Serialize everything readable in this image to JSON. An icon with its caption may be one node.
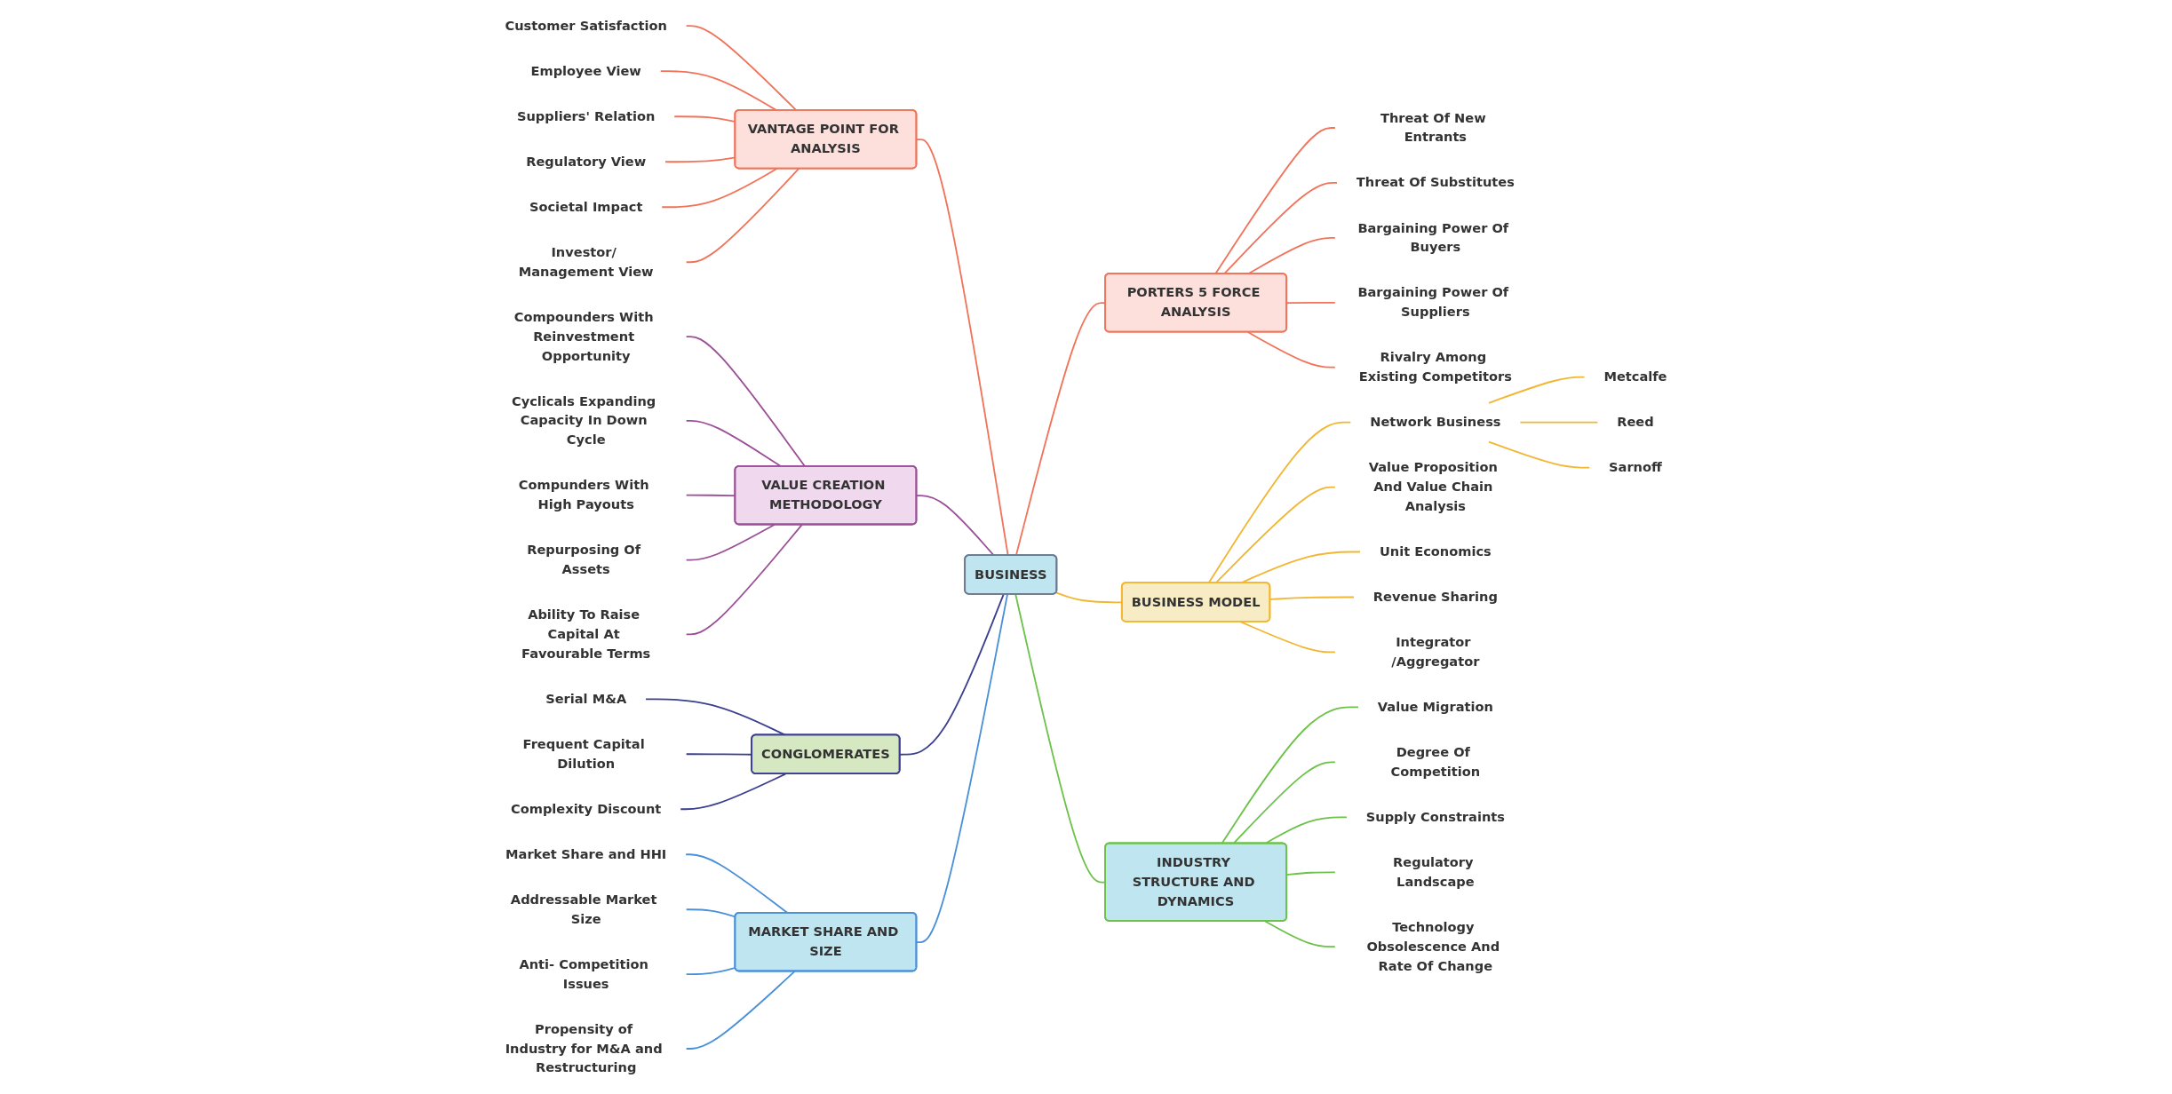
{
  "diagram": {
    "nodes": [
      {
        "text": [
          "BUSINESS"
        ]
      },
      {
        "text": [
          "VANTAGE POINT FOR ANALYSIS"
        ]
      },
      {
        "text": [
          "Customer Satisfaction"
        ]
      },
      {
        "text": [
          "Employee View"
        ]
      },
      {
        "text": [
          "Suppliers' Relation"
        ]
      },
      {
        "text": [
          "Regulatory View"
        ]
      },
      {
        "text": [
          "Societal Impact"
        ]
      },
      {
        "text": [
          "Investor/ Management View"
        ]
      },
      {
        "text": [
          "VALUE CREATION METHODOLOGY"
        ]
      },
      {
        "text": [
          "Compounders With Reinvestment Opportunity"
        ]
      },
      {
        "text": [
          "Cyclicals Expanding Capacity In Down Cycle"
        ]
      },
      {
        "text": [
          "Compunders With High Payouts"
        ]
      },
      {
        "text": [
          "Repurposing Of Assets"
        ]
      },
      {
        "text": [
          "Ability To Raise Capital At Favourable Terms"
        ]
      },
      {
        "text": [
          "CONGLOMERATES"
        ]
      },
      {
        "text": [
          "Serial M&A"
        ]
      },
      {
        "text": [
          "Frequent Capital Dilution"
        ]
      },
      {
        "text": [
          "Complexity Discount"
        ]
      },
      {
        "text": [
          "MARKET SHARE AND SIZE"
        ]
      },
      {
        "text": [
          "Market Share and HHI"
        ]
      },
      {
        "text": [
          "Addressable Market Size"
        ]
      },
      {
        "text": [
          "Anti- Competition Issues"
        ]
      },
      {
        "text": [
          "Propensity of Industry for M&A and Restructuring"
        ]
      },
      {
        "text": [
          "PORTERS 5 FORCE ANALYSIS"
        ]
      },
      {
        "text": [
          "Threat Of New Entrants"
        ]
      },
      {
        "text": [
          "Threat Of Substitutes"
        ]
      },
      {
        "text": [
          "Bargaining Power Of Buyers"
        ]
      },
      {
        "text": [
          "Bargaining Power Of Suppliers"
        ]
      },
      {
        "text": [
          "Rivalry Among Existing Competitors"
        ]
      },
      {
        "text": [
          "BUSINESS MODEL"
        ]
      },
      {
        "text": [
          "Network Business"
        ]
      },
      {
        "text": [
          "Metcalfe"
        ]
      },
      {
        "text": [
          "Reed"
        ]
      },
      {
        "text": [
          "Sarnoff"
        ]
      },
      {
        "text": [
          "Value Proposition And Value Chain Analysis"
        ]
      },
      {
        "text": [
          "Unit Economics"
        ]
      },
      {
        "text": [
          "Revenue Sharing"
        ]
      },
      {
        "text": [
          "Integrator /Aggregator"
        ]
      },
      {
        "text": [
          "INDUSTRY STRUCTURE AND DYNAMICS"
        ]
      },
      {
        "text": [
          "Value Migration"
        ]
      },
      {
        "text": [
          "Degree Of Competition"
        ]
      },
      {
        "text": [
          "Supply Constraints"
        ]
      },
      {
        "text": [
          "Regulatory Landscape"
        ]
      },
      {
        "text": [
          "Technology Obsolescence And Rate Of Change"
        ]
      }
    ],
    "edges": [
      {
        "from": 1,
        "to": 0,
        "arrow": "none",
        "color": "#f0735a"
      },
      {
        "from": 2,
        "to": 1,
        "arrow": "none",
        "color": "#f0735a"
      },
      {
        "from": 3,
        "to": 1,
        "arrow": "none",
        "color": "#f0735a"
      },
      {
        "from": 4,
        "to": 1,
        "arrow": "none",
        "color": "#f0735a"
      },
      {
        "from": 5,
        "to": 1,
        "arrow": "none",
        "color": "#f0735a"
      },
      {
        "from": 6,
        "to": 1,
        "arrow": "none",
        "color": "#f0735a"
      },
      {
        "from": 7,
        "to": 1,
        "arrow": "none",
        "color": "#f0735a"
      },
      {
        "from": 8,
        "to": 0,
        "arrow": "none",
        "color": "#9b4f96"
      },
      {
        "from": 9,
        "to": 8,
        "arrow": "none",
        "color": "#9b4f96"
      },
      {
        "from": 10,
        "to": 8,
        "arrow": "none",
        "color": "#9b4f96"
      },
      {
        "from": 11,
        "to": 8,
        "arrow": "none",
        "color": "#9b4f96"
      },
      {
        "from": 12,
        "to": 8,
        "arrow": "none",
        "color": "#9b4f96"
      },
      {
        "from": 13,
        "to": 8,
        "arrow": "none",
        "color": "#9b4f96"
      },
      {
        "from": 14,
        "to": 0,
        "arrow": "none",
        "color": "#3b3f8f"
      },
      {
        "from": 15,
        "to": 14,
        "arrow": "none",
        "color": "#3b3f8f"
      },
      {
        "from": 16,
        "to": 14,
        "arrow": "none",
        "color": "#3b3f8f"
      },
      {
        "from": 17,
        "to": 14,
        "arrow": "none",
        "color": "#3b3f8f"
      },
      {
        "from": 18,
        "to": 0,
        "arrow": "none",
        "color": "#4a90d9"
      },
      {
        "from": 19,
        "to": 18,
        "arrow": "none",
        "color": "#4a90d9"
      },
      {
        "from": 20,
        "to": 18,
        "arrow": "none",
        "color": "#4a90d9"
      },
      {
        "from": 21,
        "to": 18,
        "arrow": "none",
        "color": "#4a90d9"
      },
      {
        "from": 22,
        "to": 18,
        "arrow": "none",
        "color": "#4a90d9"
      },
      {
        "from": 0,
        "to": 23,
        "arrow": "none",
        "color": "#f0735a"
      },
      {
        "from": 23,
        "to": 24,
        "arrow": "none",
        "color": "#f0735a"
      },
      {
        "from": 23,
        "to": 25,
        "arrow": "none",
        "color": "#f0735a"
      },
      {
        "from": 23,
        "to": 26,
        "arrow": "none",
        "color": "#f0735a"
      },
      {
        "from": 23,
        "to": 27,
        "arrow": "none",
        "color": "#f0735a"
      },
      {
        "from": 23,
        "to": 28,
        "arrow": "none",
        "color": "#f0735a"
      },
      {
        "from": 0,
        "to": 29,
        "arrow": "none",
        "color": "#f2b632"
      },
      {
        "from": 29,
        "to": 30,
        "arrow": "none",
        "color": "#f2b632"
      },
      {
        "from": 30,
        "to": 31,
        "arrow": "none",
        "color": "#f2b632"
      },
      {
        "from": 30,
        "to": 32,
        "arrow": "none",
        "color": "#f2b632"
      },
      {
        "from": 30,
        "to": 33,
        "arrow": "none",
        "color": "#f2b632"
      },
      {
        "from": 29,
        "to": 34,
        "arrow": "none",
        "color": "#f2b632"
      },
      {
        "from": 29,
        "to": 35,
        "arrow": "none",
        "color": "#f2b632"
      },
      {
        "from": 29,
        "to": 36,
        "arrow": "none",
        "color": "#f2b632"
      },
      {
        "from": 29,
        "to": 37,
        "arrow": "none",
        "color": "#f2b632"
      },
      {
        "from": 0,
        "to": 38,
        "arrow": "none",
        "color": "#6cc24a"
      },
      {
        "from": 38,
        "to": 39,
        "arrow": "none",
        "color": "#6cc24a"
      },
      {
        "from": 38,
        "to": 40,
        "arrow": "none",
        "color": "#6cc24a"
      },
      {
        "from": 38,
        "to": 41,
        "arrow": "none",
        "color": "#6cc24a"
      },
      {
        "from": 38,
        "to": 42,
        "arrow": "none",
        "color": "#6cc24a"
      },
      {
        "from": 38,
        "to": 43,
        "arrow": "none",
        "color": "#6cc24a"
      }
    ]
  }
}
